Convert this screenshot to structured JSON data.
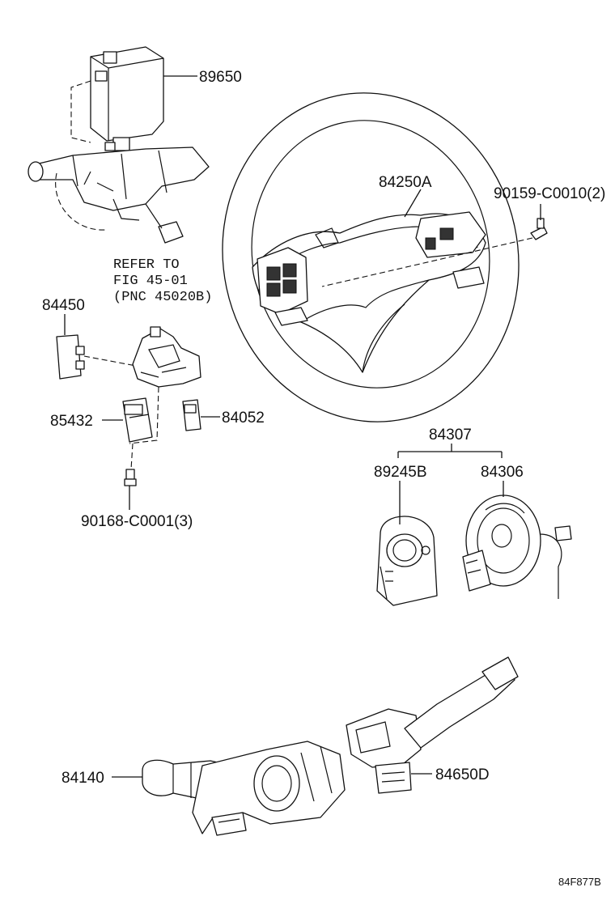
{
  "labels": {
    "p89650": "89650",
    "p84250a": "84250A",
    "p90159": "90159-C0010(2)",
    "refer_line1": "REFER TO",
    "refer_line2": "FIG 45-01",
    "refer_line3": "(PNC 45020B)",
    "p84450": "84450",
    "p85432": "85432",
    "p84052": "84052",
    "p90168": "90168-C0001(3)",
    "p84307": "84307",
    "p89245b": "89245B",
    "p84306": "84306",
    "p84140": "84140",
    "p84650d": "84650D",
    "figure_code": "84F877B"
  }
}
